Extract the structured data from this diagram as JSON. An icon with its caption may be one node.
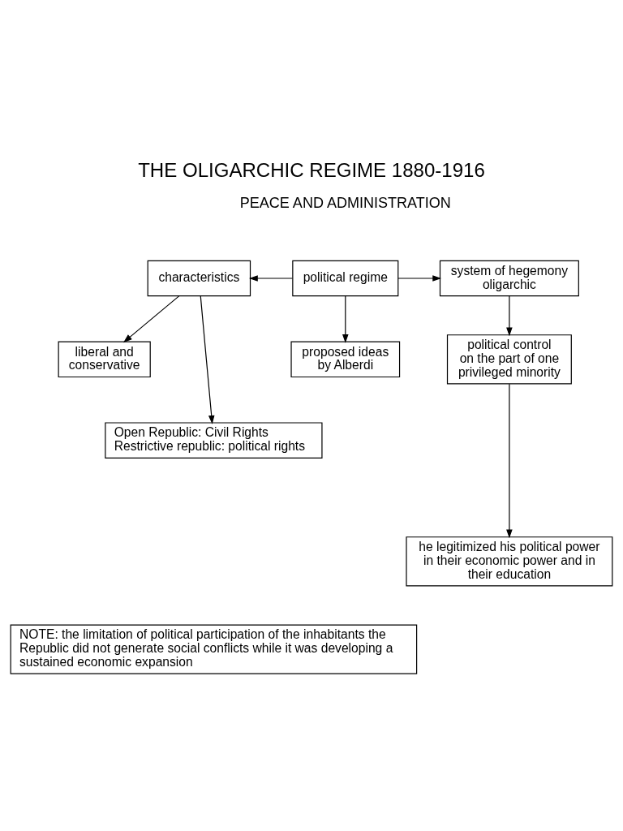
{
  "diagram": {
    "title": "THE OLIGARCHIC REGIME 1880-1916",
    "nodes": [
      {
        "text": [
          "characteristics"
        ]
      },
      {
        "text": [
          "political regime"
        ]
      },
      {
        "text": [
          "system of hegemony oligarchic"
        ]
      },
      {
        "text": [
          "liberal and conservative"
        ]
      },
      {
        "text": [
          "proposed ideas by Alberdi"
        ]
      },
      {
        "text": [
          "political control on the part of one privileged minority"
        ]
      },
      {
        "text": [
          "Open Republic: Civil Rights",
          "Restrictive republic: political rights"
        ]
      },
      {
        "text": [
          "he legitimized his political power in their economic power and in their education"
        ]
      },
      {
        "text": [
          "NOTE: the limitation of political participation of the inhabitants the Republic did not generate social conflicts while it was developing a sustained economic expansion"
        ]
      }
    ],
    "edges": [
      {
        "from": 1,
        "to": 0,
        "arrow": "to"
      },
      {
        "from": 1,
        "to": 2,
        "arrow": "to"
      },
      {
        "from": 1,
        "to": 4,
        "arrow": "to"
      },
      {
        "from": 0,
        "to": 3,
        "arrow": "to"
      },
      {
        "from": 0,
        "to": 6,
        "arrow": "to"
      },
      {
        "from": 2,
        "to": 5,
        "arrow": "to"
      },
      {
        "from": 5,
        "to": 7,
        "arrow": "to"
      }
    ],
    "labels": [
      "PEACE AND ADMINISTRATION"
    ]
  }
}
